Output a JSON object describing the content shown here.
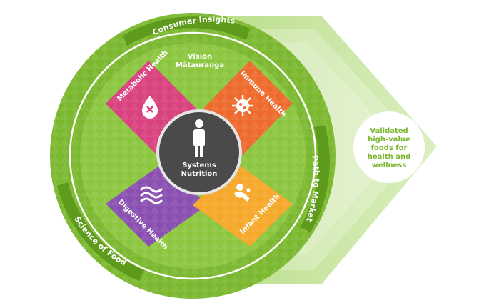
{
  "ring": {
    "top_label": "Consumer Insights",
    "left_label": "Science of Food",
    "right_label": "Path to Market"
  },
  "vision": {
    "line1": "Vision",
    "line2": "Mātauranga"
  },
  "petals": [
    {
      "label": "Metabolic Health",
      "icon": "drop-cross-icon",
      "color": "#d9417f"
    },
    {
      "label": "Immune Health",
      "icon": "virus-icon",
      "color": "#ee6a2c"
    },
    {
      "label": "Digestive Health",
      "icon": "intestine-icon",
      "color": "#8a4fb0"
    },
    {
      "label": "Infant Health",
      "icon": "infant-icon",
      "color": "#f5a82a"
    }
  ],
  "center": {
    "line1": "Systems",
    "line2": "Nutrition",
    "icon": "person-icon"
  },
  "outcome": {
    "line1": "Validated",
    "line2": "high-value",
    "line3": "foods for",
    "line4": "health and",
    "line5": "wellness"
  },
  "colors": {
    "green": "#7cb82f",
    "green_dark": "#5e9a1c",
    "green_light": "#a8d36a",
    "center": "#4a4a4a"
  }
}
